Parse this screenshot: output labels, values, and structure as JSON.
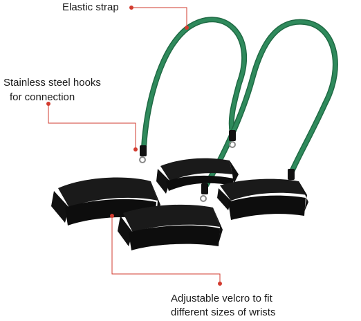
{
  "annotations": {
    "elastic_strap": "Elastic strap",
    "hooks_line1": "Stainless steel hooks",
    "hooks_line2": "for connection",
    "velcro_line1": "Adjustable velcro to fit",
    "velcro_line2": "different sizes of wrists"
  },
  "colors": {
    "tube": "#2f8a5c",
    "tube_dark": "#1f6a44",
    "strap": "#111111",
    "leader": "#d23b2f",
    "text": "#1a1a1a"
  }
}
